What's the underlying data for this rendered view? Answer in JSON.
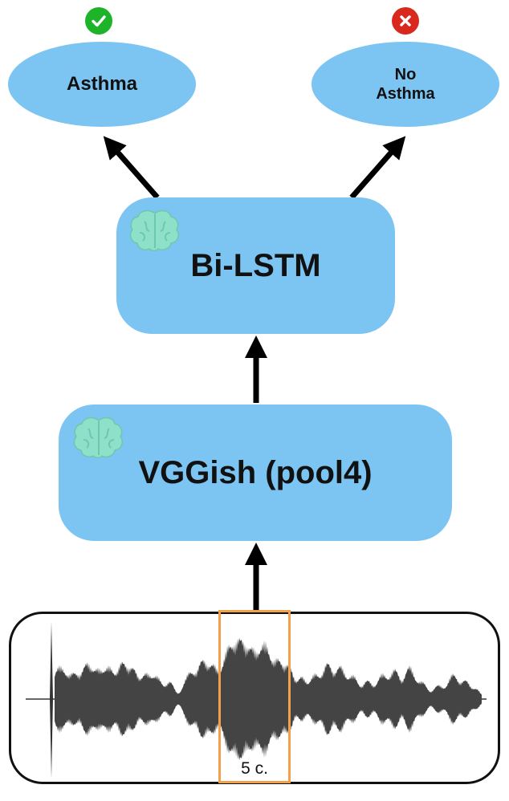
{
  "outputs": {
    "asthma": {
      "label": "Asthma",
      "status_icon": "check-icon",
      "status_color": "#1db42a"
    },
    "no_asthma": {
      "label_line1": "No",
      "label_line2": "Asthma",
      "status_icon": "cross-icon",
      "status_color": "#d9281e"
    }
  },
  "models": {
    "bilstm": {
      "label": "Bi-LSTM",
      "icon": "brain-icon"
    },
    "vggish": {
      "label": "VGGish (pool4)",
      "icon": "brain-icon"
    }
  },
  "waveform": {
    "window_label": "5 c.",
    "window_color": "#f0a14a"
  },
  "colors": {
    "node_fill": "#7cc4f2",
    "arrow": "#000000",
    "brain": "#8fe0c8"
  }
}
